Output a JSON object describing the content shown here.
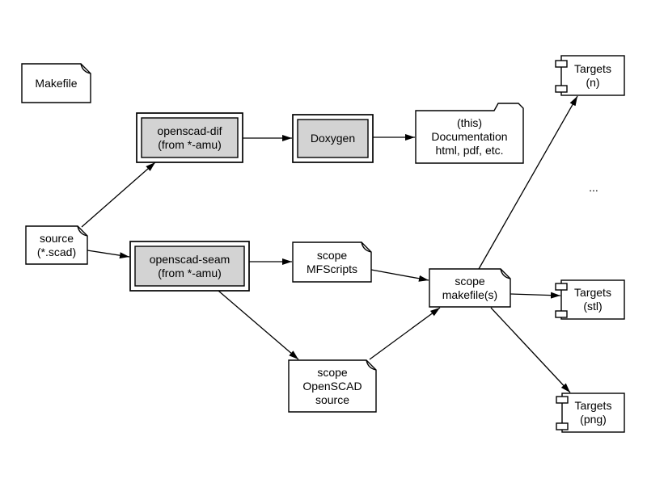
{
  "diagram": {
    "type": "dependency-flow-diagram",
    "colors": {
      "background": "#ffffff",
      "stroke": "#000000",
      "text": "#000000",
      "node_fill": "#ffffff",
      "tool_fill": "#d3d3d3"
    },
    "ellipsis": "...",
    "nodes": [
      {
        "id": "makefile",
        "shape": "note",
        "fill": "#ffffff",
        "lines": [
          "Makefile"
        ]
      },
      {
        "id": "source",
        "shape": "note",
        "fill": "#ffffff",
        "lines": [
          "source",
          "(*.scad)"
        ]
      },
      {
        "id": "openscad-dif",
        "shape": "doublebox",
        "fill": "#d3d3d3",
        "lines": [
          "openscad-dif",
          "(from *-amu)"
        ]
      },
      {
        "id": "doxygen",
        "shape": "doublebox",
        "fill": "#d3d3d3",
        "lines": [
          "Doxygen"
        ]
      },
      {
        "id": "documentation",
        "shape": "folder",
        "fill": "#ffffff",
        "lines": [
          "(this)",
          "Documentation",
          "html, pdf, etc."
        ]
      },
      {
        "id": "openscad-seam",
        "shape": "doublebox",
        "fill": "#d3d3d3",
        "lines": [
          "openscad-seam",
          "(from *-amu)"
        ]
      },
      {
        "id": "scope-mfscripts",
        "shape": "note",
        "fill": "#ffffff",
        "lines": [
          "scope",
          "MFScripts"
        ]
      },
      {
        "id": "scope-makefiles",
        "shape": "note",
        "fill": "#ffffff",
        "lines": [
          "scope",
          "makefile(s)"
        ]
      },
      {
        "id": "scope-openscad-source",
        "shape": "note",
        "fill": "#ffffff",
        "lines": [
          "scope",
          "OpenSCAD",
          "source"
        ]
      },
      {
        "id": "targets-n",
        "shape": "component",
        "fill": "#ffffff",
        "lines": [
          "Targets",
          "(n)"
        ]
      },
      {
        "id": "targets-stl",
        "shape": "component",
        "fill": "#ffffff",
        "lines": [
          "Targets",
          "(stl)"
        ]
      },
      {
        "id": "targets-png",
        "shape": "component",
        "fill": "#ffffff",
        "lines": [
          "Targets",
          "(png)"
        ]
      }
    ],
    "edges": [
      {
        "from": "source",
        "to": "openscad-dif"
      },
      {
        "from": "source",
        "to": "openscad-seam"
      },
      {
        "from": "openscad-dif",
        "to": "doxygen"
      },
      {
        "from": "doxygen",
        "to": "documentation"
      },
      {
        "from": "openscad-seam",
        "to": "scope-mfscripts"
      },
      {
        "from": "openscad-seam",
        "to": "scope-openscad-source"
      },
      {
        "from": "scope-mfscripts",
        "to": "scope-makefiles"
      },
      {
        "from": "scope-openscad-source",
        "to": "scope-makefiles"
      },
      {
        "from": "scope-makefiles",
        "to": "targets-n"
      },
      {
        "from": "scope-makefiles",
        "to": "targets-stl"
      },
      {
        "from": "scope-makefiles",
        "to": "targets-png"
      }
    ]
  }
}
